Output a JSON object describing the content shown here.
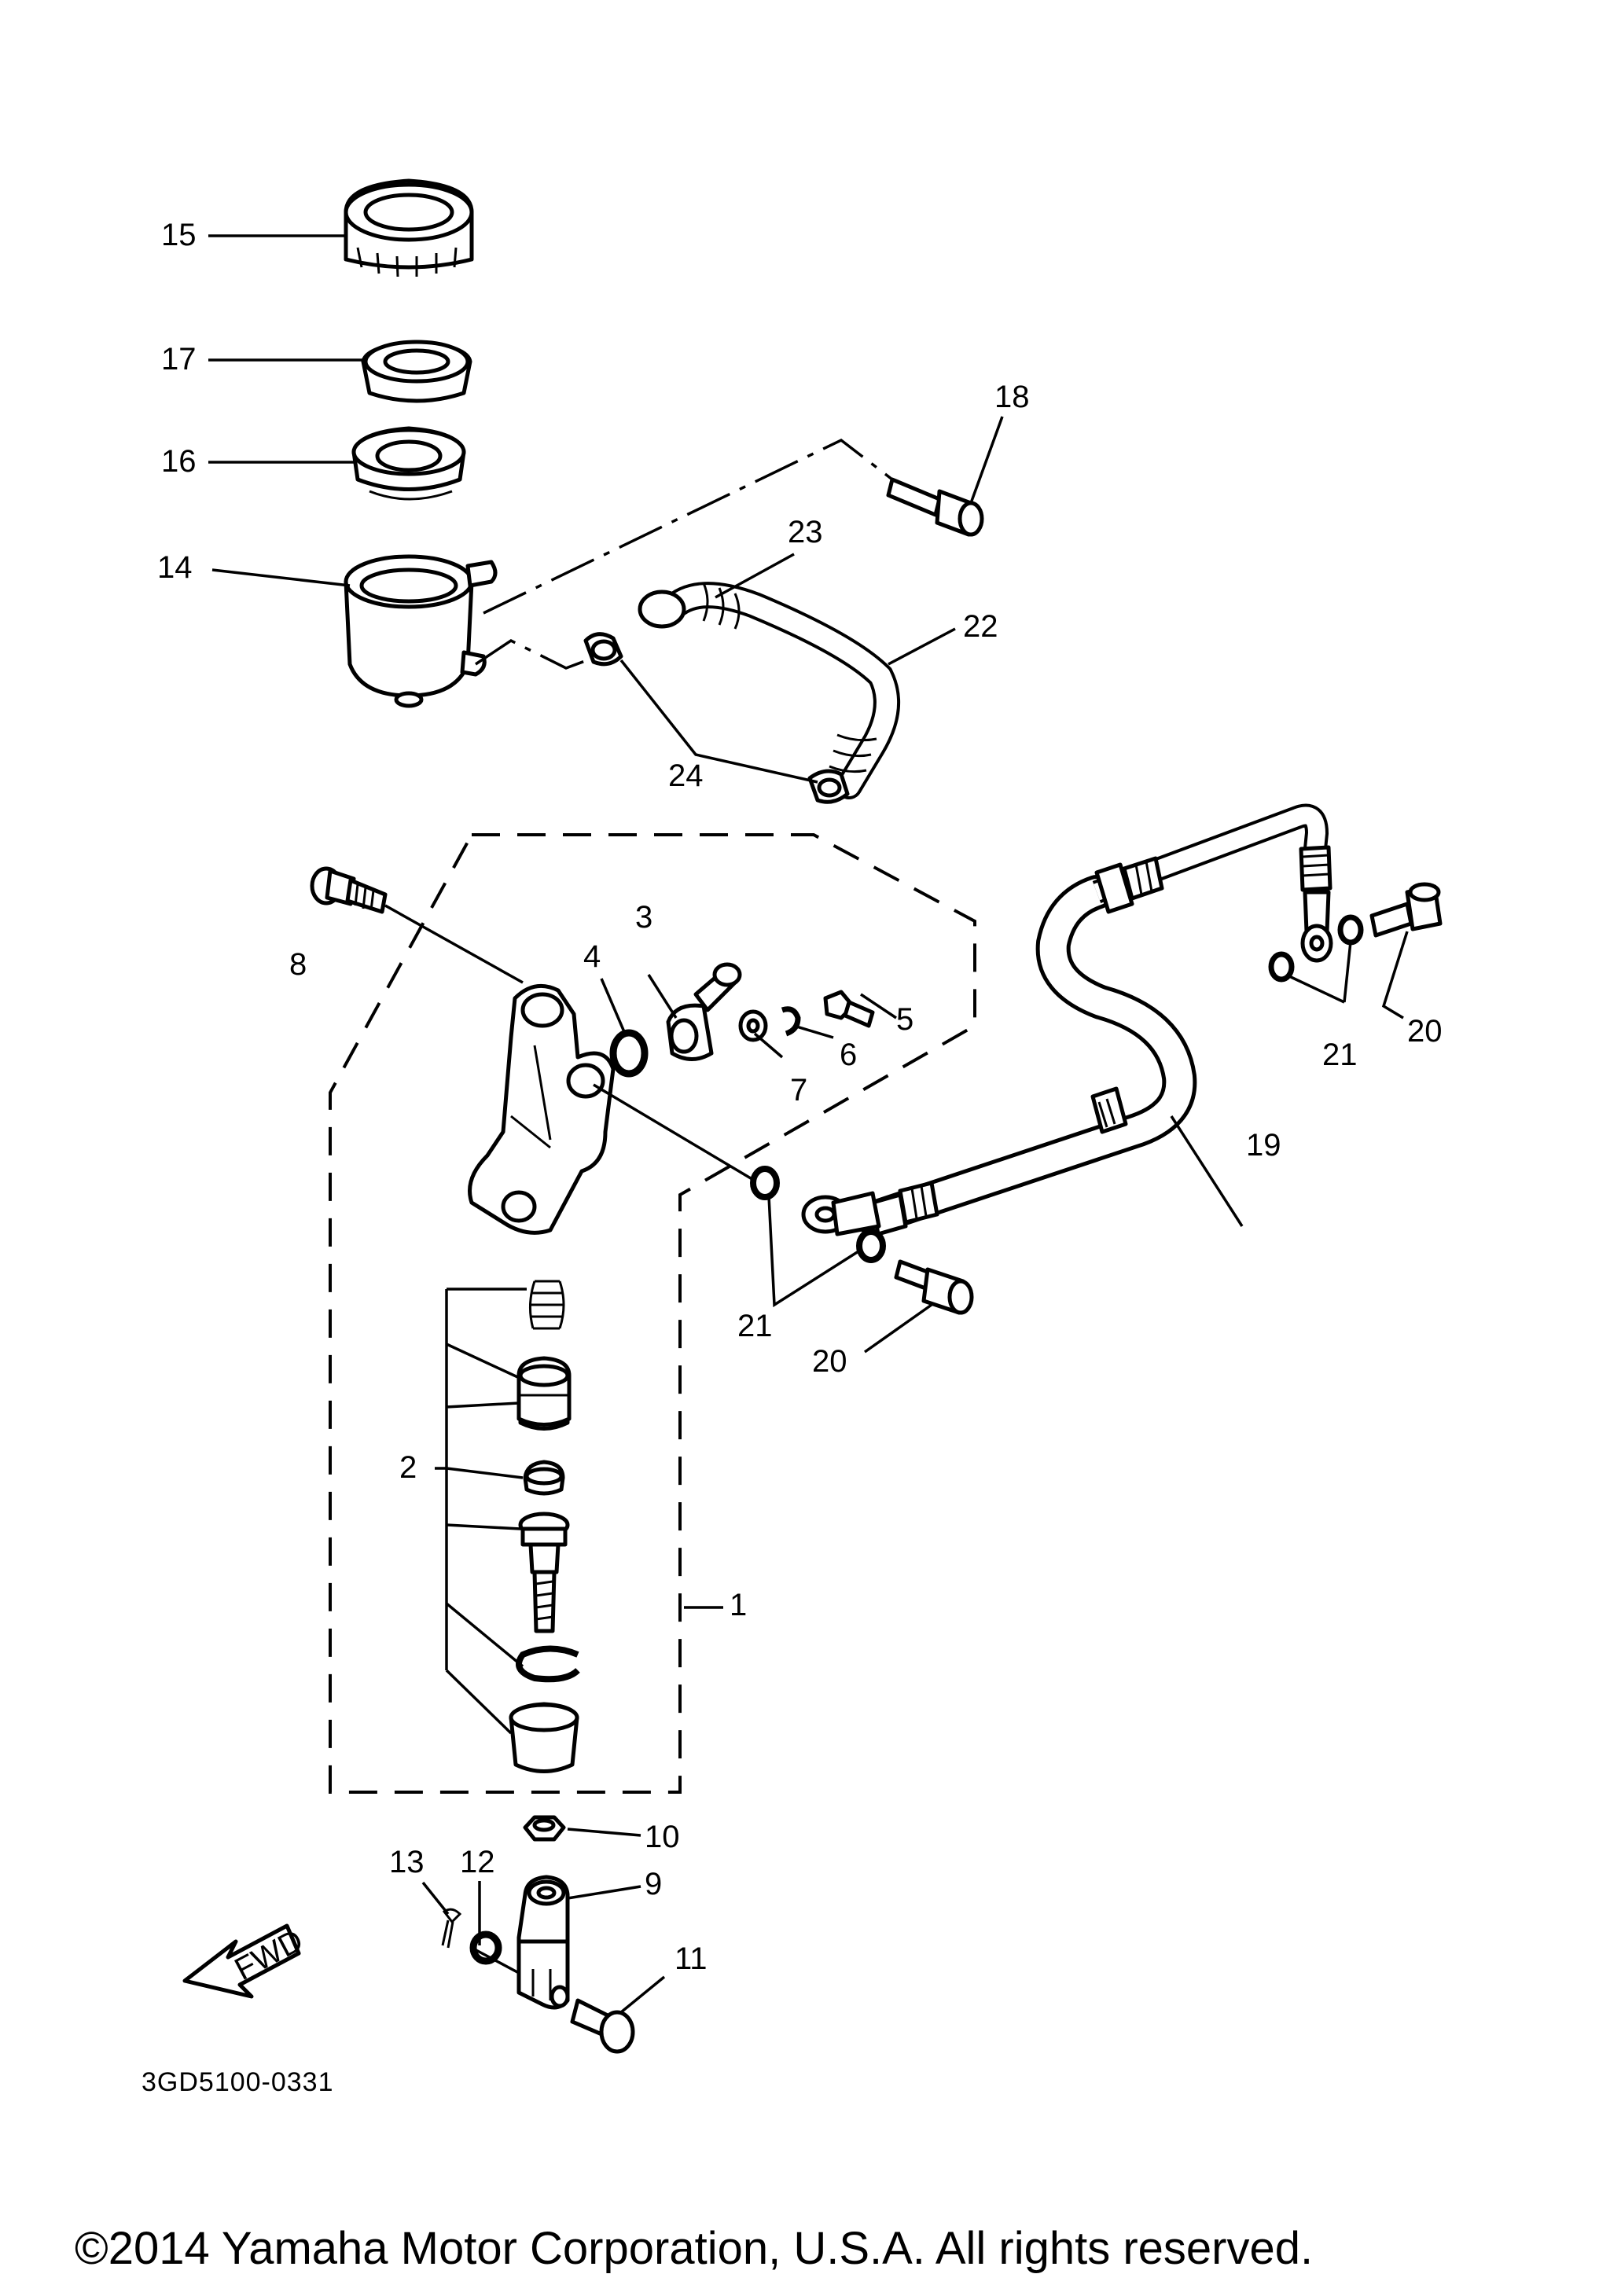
{
  "callouts": {
    "c1": "1",
    "c2": "2",
    "c3": "3",
    "c4": "4",
    "c5": "5",
    "c6": "6",
    "c7": "7",
    "c8": "8",
    "c9": "9",
    "c10": "10",
    "c11": "11",
    "c12": "12",
    "c13": "13",
    "c14": "14",
    "c15": "15",
    "c16": "16",
    "c17": "17",
    "c18": "18",
    "c19": "19",
    "c20a": "20",
    "c20b": "20",
    "c21a": "21",
    "c21b": "21",
    "c22": "22",
    "c23": "23",
    "c24": "24"
  },
  "fwd_label": "FWD",
  "part_code": "3GD5100-0331",
  "copyright": "©2014 Yamaha Motor Corporation, U.S.A. All rights reserved.",
  "colors": {
    "ink": "#000000",
    "paper": "#ffffff"
  }
}
